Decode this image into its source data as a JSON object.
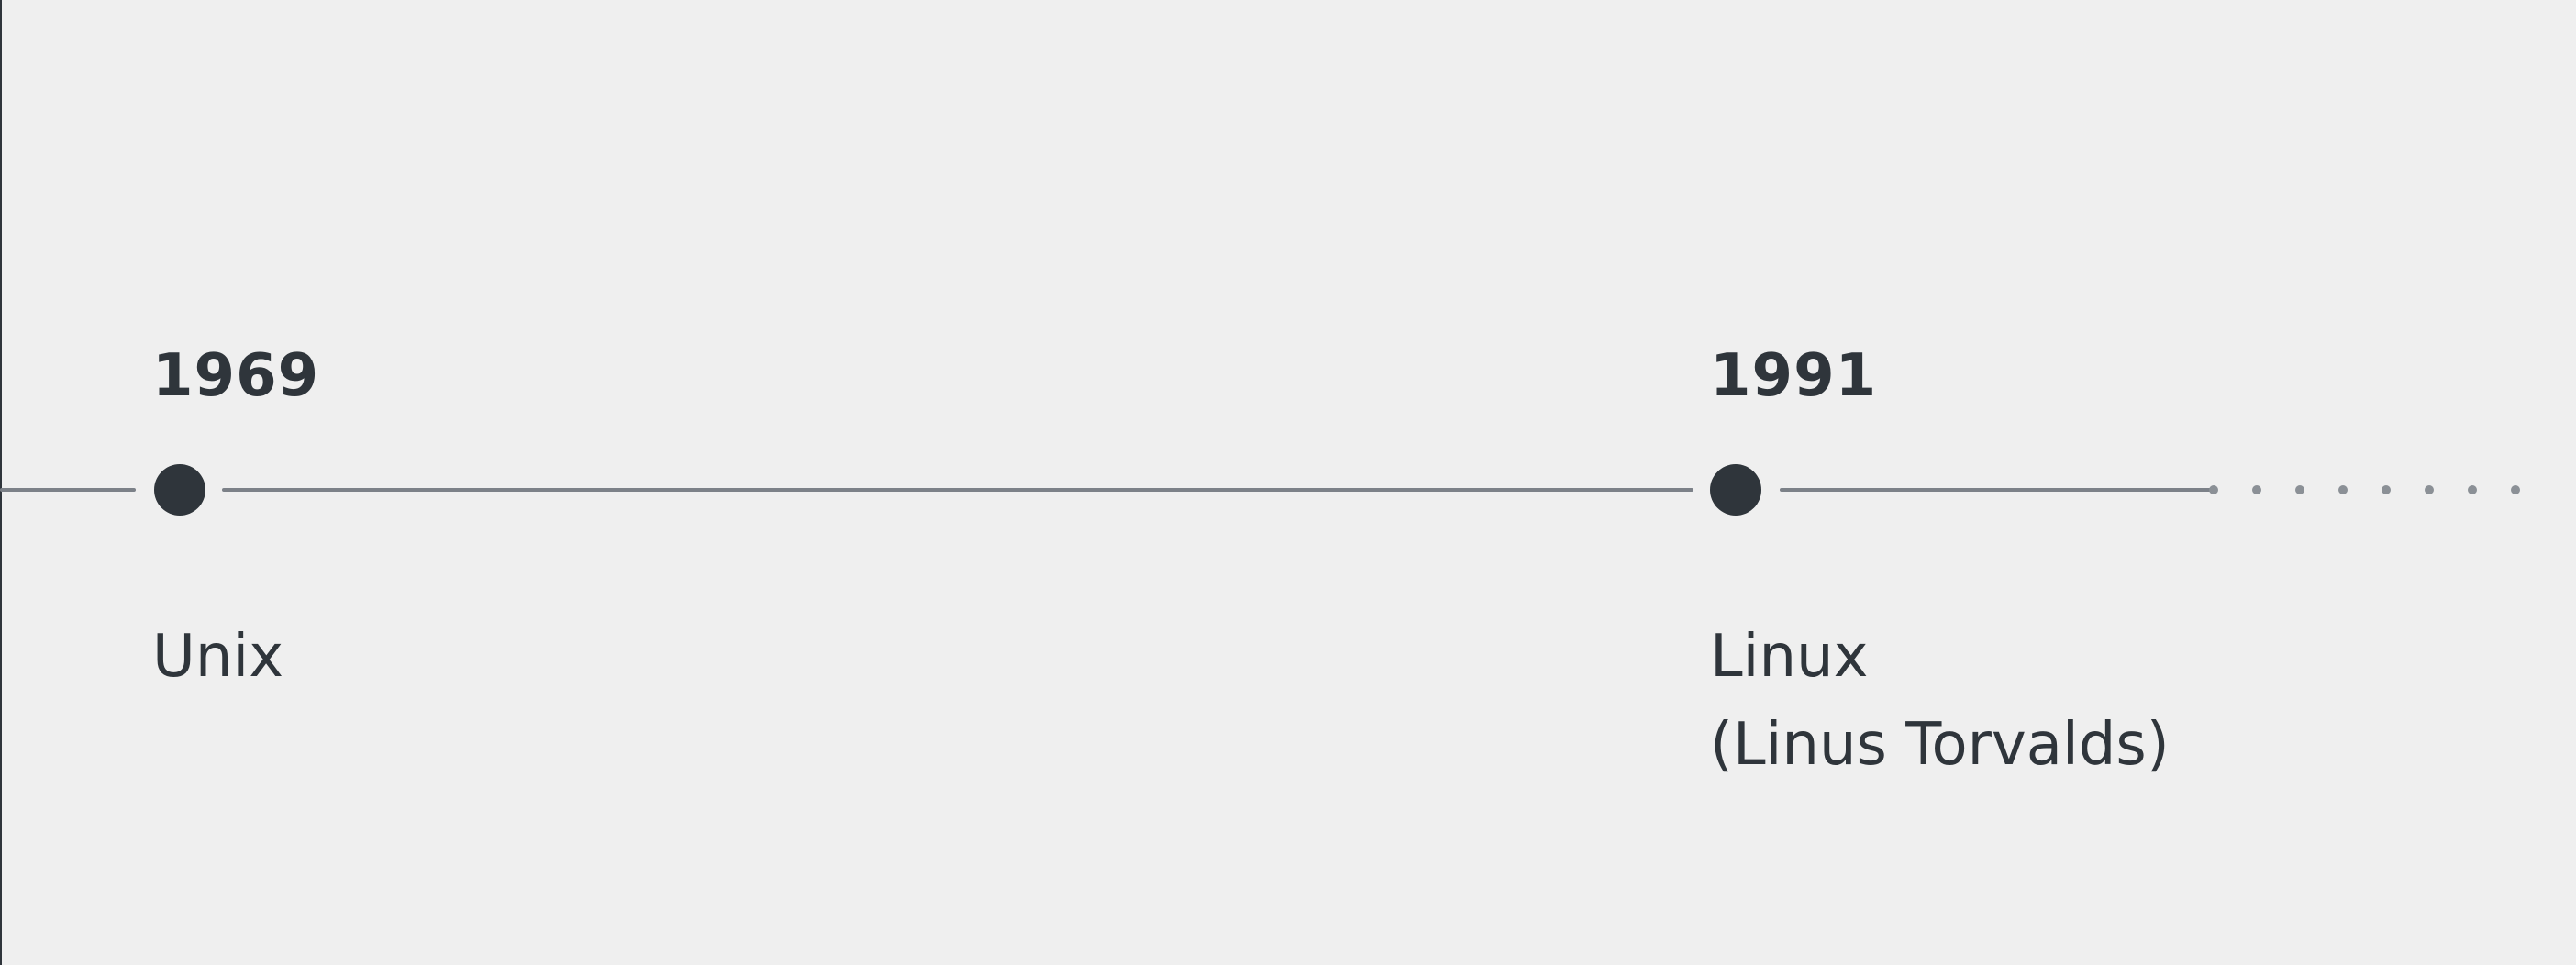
{
  "timeline": {
    "events": [
      {
        "year": "1969",
        "label": "Unix",
        "sub_label": ""
      },
      {
        "year": "1991",
        "label": "Linux",
        "sub_label": "(Linus Torvalds)"
      }
    ]
  }
}
